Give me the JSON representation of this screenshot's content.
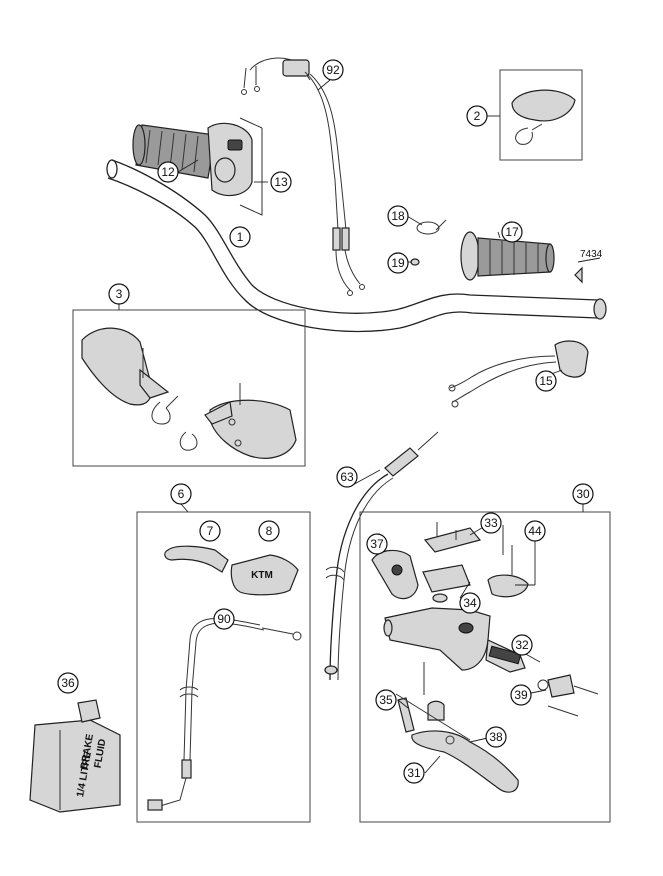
{
  "callouts": {
    "c92": "92",
    "c2": "2",
    "c12": "12",
    "c13": "13",
    "c18": "18",
    "c1": "1",
    "c17": "17",
    "c19": "19",
    "c3": "3",
    "c15": "15",
    "c63": "63",
    "c6": "6",
    "c30": "30",
    "c7": "7",
    "c8": "8",
    "c33": "33",
    "c44": "44",
    "c37": "37",
    "c34": "34",
    "c90": "90",
    "c32": "32",
    "c36": "36",
    "c35": "35",
    "c39": "39",
    "c38": "38",
    "c31": "31"
  },
  "labels": {
    "part_number": "7434"
  },
  "bottle": {
    "line1": "BRAKE",
    "line2": "FLUID",
    "line3": "1/4 LITRE"
  }
}
